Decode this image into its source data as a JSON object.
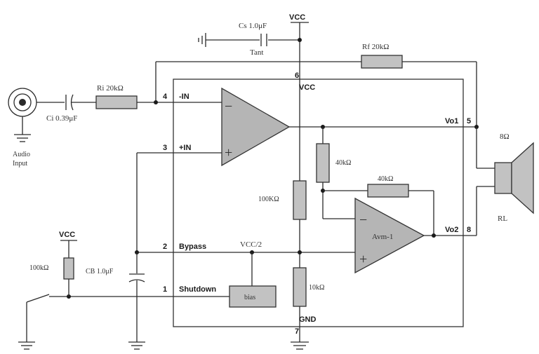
{
  "supply": {
    "vcc_top": "VCC",
    "vcc_internal": "VCC",
    "vcc_left": "VCC",
    "vcc_half": "VCC/2",
    "gnd": "GND"
  },
  "pins": {
    "p6": "6",
    "p4": "4",
    "p3": "3",
    "p2": "2",
    "p1": "1",
    "p5": "5",
    "p8": "8",
    "p7": "7",
    "in_neg": "-IN",
    "in_pos": "+IN",
    "bypass": "Bypass",
    "shutdown": "Shutdown"
  },
  "components": {
    "cs_label": "Cs  1.0μF",
    "cs_type": "Tant",
    "rf_label": "Rf  20kΩ",
    "ri_label": "Ri  20kΩ",
    "ci_label": "Ci  0.39μF",
    "r40k_a": "40kΩ",
    "r40k_b": "40kΩ",
    "r100k_mid": "100KΩ",
    "r10k": "10kΩ",
    "r100k_left": "100kΩ",
    "cb_label": "CB  1.0μF",
    "bias_label": "bias",
    "avm_label": "Avm-1",
    "minus": "−",
    "plus": "+"
  },
  "outputs": {
    "vo1": "Vo1",
    "vo2": "Vo2"
  },
  "speaker": {
    "ohms": "8Ω",
    "name": "RL"
  },
  "input": {
    "line1": "Audio",
    "line2": "Input"
  }
}
